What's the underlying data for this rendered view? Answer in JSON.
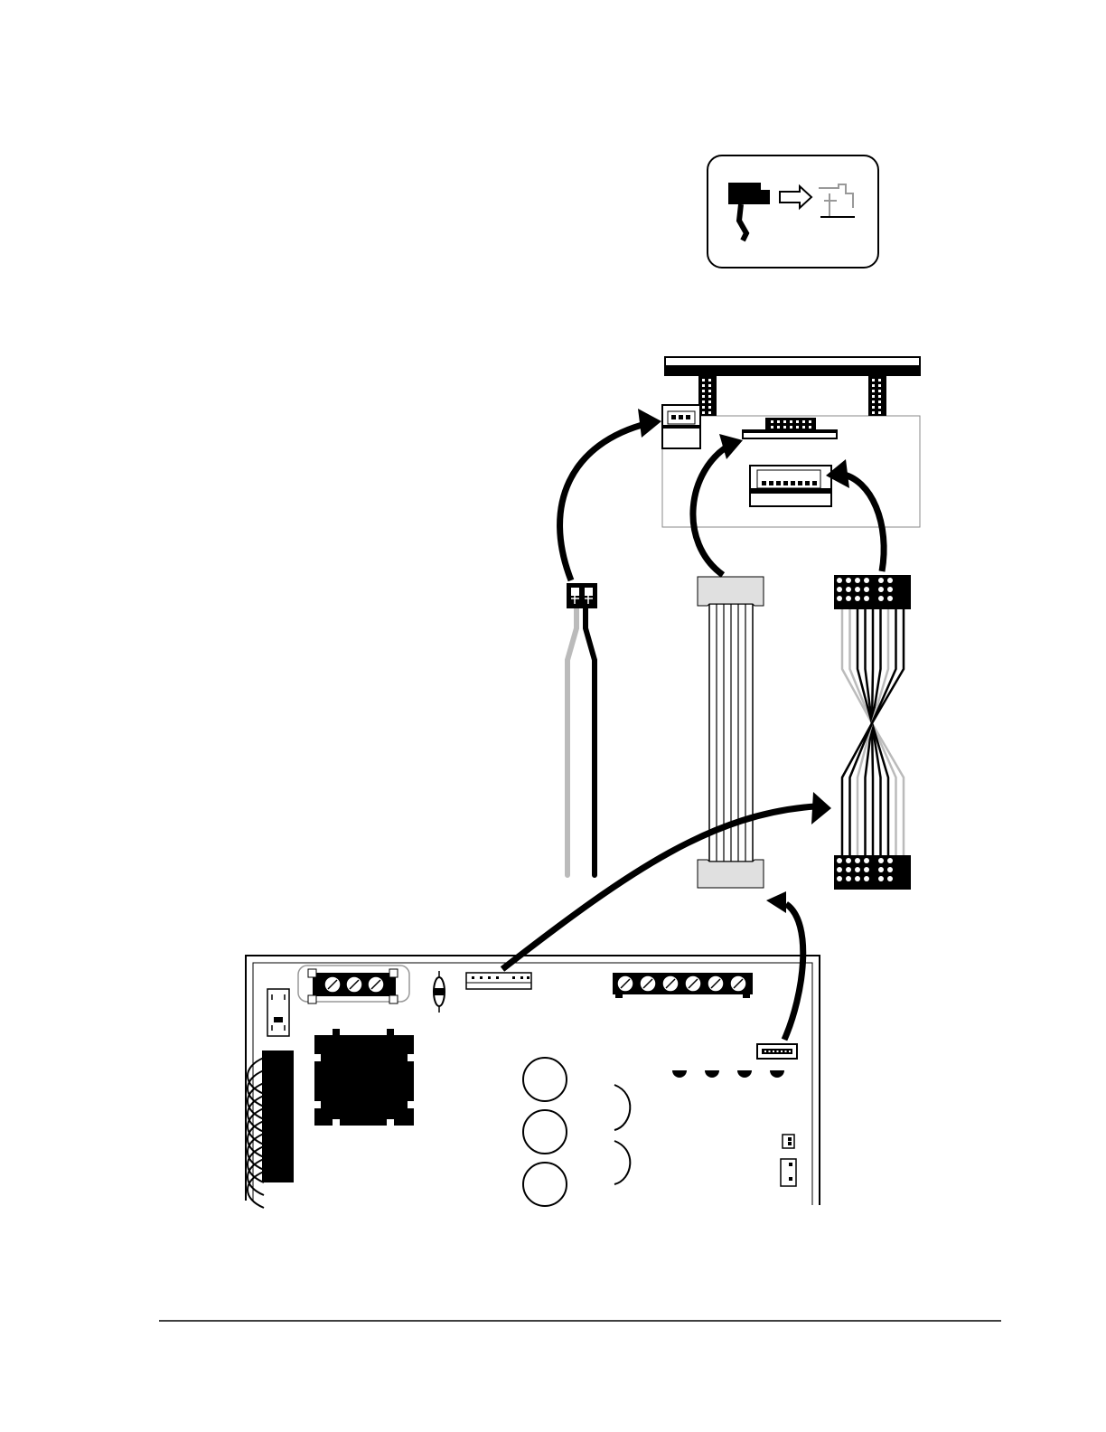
{
  "figure": {
    "labels": [],
    "colors": {
      "ink": "#000000",
      "paper": "#ffffff",
      "wire_gray": "#bbbbbb",
      "cable_gray": "#e0e0e0",
      "board_edge": "#888888"
    }
  },
  "components": {
    "icon": "disconnect-power-icon",
    "keypad": "keypad-board",
    "two_wire_cable": "two-wire-cable",
    "ribbon_cable": "ribbon-cable",
    "crossover_cable": "crossover-cable",
    "control_board": "main-control-board",
    "arrows": [
      "arrow-to-keypad-power",
      "arrow-ribbon-to-keypad",
      "arrow-crossover-to-keypad",
      "arrow-board-to-crossover",
      "arrow-board-to-ribbon"
    ]
  },
  "footer": {}
}
